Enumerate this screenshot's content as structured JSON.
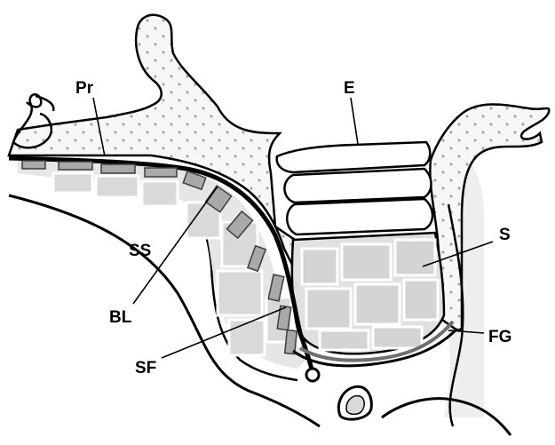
{
  "labels": {
    "pr": "Pr",
    "e": "E",
    "ss": "SS",
    "s": "S",
    "bl": "BL",
    "fg": "FG",
    "sf": "SF"
  },
  "colors": {
    "background": "#ffffff",
    "outline": "#000000",
    "dotted_tissue": "#f7f7f7",
    "dots": "#a8a8a8",
    "block_fill": "#d9d9d9",
    "brush_border": "#7a7a7a",
    "fg_line": "#6e6e6e",
    "soft_tissue": "#eeeeee"
  }
}
